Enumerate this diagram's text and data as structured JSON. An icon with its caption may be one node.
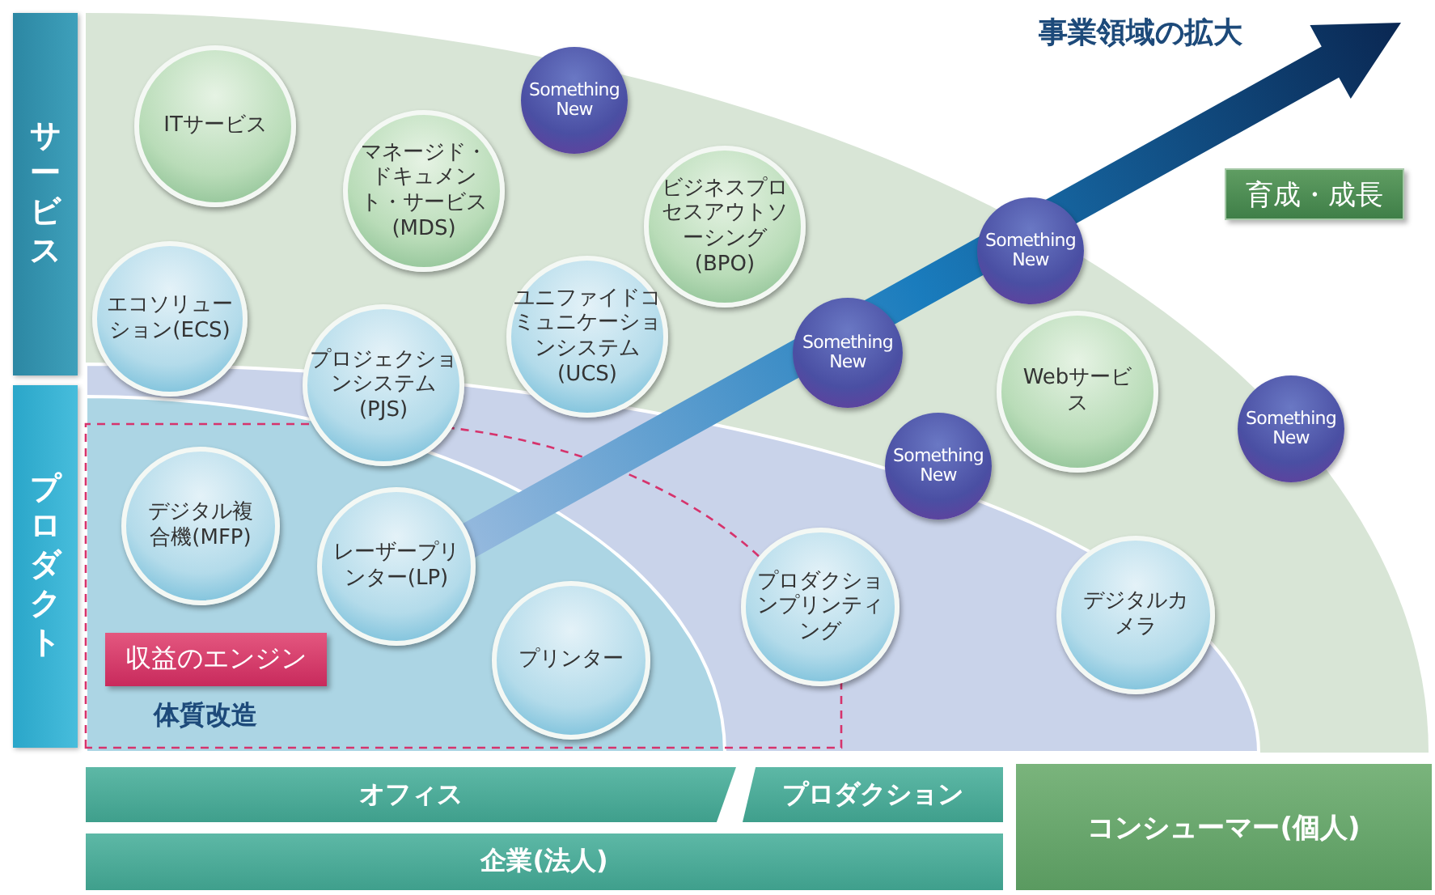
{
  "diagram": {
    "nodes": [
      {
        "text": [
          "サービス"
        ]
      },
      {
        "text": [
          "プロダクト"
        ]
      },
      {
        "text": [
          "ITサービス"
        ]
      },
      {
        "text": [
          "Something New"
        ]
      },
      {
        "text": [
          "マネージド・ドキュメント・サービス(MDS)"
        ]
      },
      {
        "text": [
          "ビジネスプロセスアウトソーシング(BPO)"
        ]
      },
      {
        "text": [
          "育成・成長"
        ]
      },
      {
        "text": [
          "Something New"
        ]
      },
      {
        "text": [
          "エコソリューション(ECS)"
        ]
      },
      {
        "text": [
          "プロジェクションシステム(PJS)"
        ]
      },
      {
        "text": [
          "ユニファイドコミュニケーションシステム(UCS)"
        ]
      },
      {
        "text": [
          "Something New"
        ]
      },
      {
        "text": [
          "Webサービス"
        ]
      },
      {
        "text": [
          "Something New"
        ]
      },
      {
        "text": [
          "Something New"
        ]
      },
      {
        "text": [
          "デジタル複合機(MFP)"
        ]
      },
      {
        "text": [
          "レーザープリンター(LP)"
        ]
      },
      {
        "text": [
          "プロダクションプリンティング"
        ]
      },
      {
        "text": [
          "デジタルカメラ"
        ]
      },
      {
        "text": [
          "収益のエンジン"
        ]
      },
      {
        "text": [
          "プリンター"
        ]
      },
      {
        "text": [
          "オフィス"
        ]
      },
      {
        "text": [
          "プロダクション"
        ]
      },
      {
        "text": [
          "コンシューマー(個人)"
        ]
      },
      {
        "text": [
          "企業(法人)"
        ]
      }
    ],
    "labels": [
      "事業領域の拡大",
      "体質改造"
    ]
  }
}
